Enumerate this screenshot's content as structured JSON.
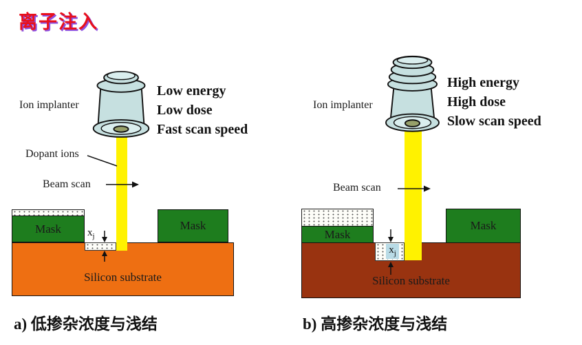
{
  "title": "离子注入",
  "panels": {
    "a": {
      "implanter_label": "Ion implanter",
      "dopant_ions_label": "Dopant ions",
      "beam_scan_label": "Beam scan",
      "settings": [
        "Low energy",
        "Low dose",
        "Fast scan speed"
      ],
      "mask_left_label": "Mask",
      "mask_right_label": "Mask",
      "substrate_label": "Silicon substrate",
      "junction_depth_label": "x",
      "junction_depth_sub": "j",
      "caption": "a) 低掺杂浓度与浅结"
    },
    "b": {
      "implanter_label": "Ion implanter",
      "beam_scan_label": "Beam scan",
      "settings": [
        "High energy",
        "High dose",
        "Slow scan speed"
      ],
      "mask_left_label": "Mask",
      "mask_right_label": "Mask",
      "substrate_label": "Silicon substrate",
      "junction_depth_label": "x",
      "junction_depth_sub": "j",
      "caption": "b) 高掺杂浓度与浅结"
    }
  },
  "colors": {
    "title_red": "#e8101c",
    "title_shadow_purple": "#8d4fe0",
    "mask_green": "#1e7d1e",
    "substrate_a_orange": "#ee6f12",
    "substrate_b_brown": "#993310",
    "beam_yellow": "#fff200",
    "implanter_body": "#c6e0e0",
    "junction_highlight_blue": "#b9dbe6"
  }
}
